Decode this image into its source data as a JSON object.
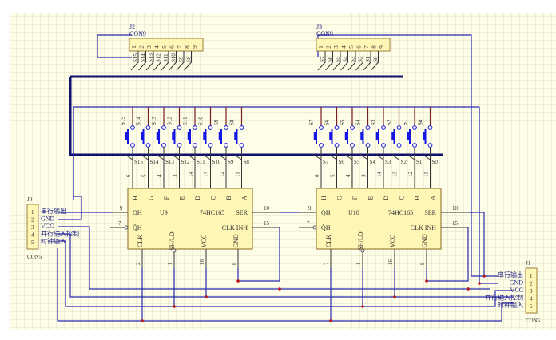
{
  "connectors": {
    "J2": {
      "designator": "J2",
      "type": "CON9",
      "pins": [
        "1",
        "2",
        "3",
        "4",
        "5",
        "6",
        "7",
        "8",
        "9"
      ],
      "nets": [
        "S15",
        "S14",
        "S13",
        "S12",
        "S11",
        "S10",
        "S9",
        "S8"
      ]
    },
    "J3": {
      "designator": "J3",
      "type": "CON9",
      "pins": [
        "1",
        "2",
        "3",
        "4",
        "5",
        "6",
        "7",
        "8",
        "9"
      ],
      "nets": [
        "S7",
        "S6",
        "S5",
        "S4",
        "S3",
        "S2",
        "S1",
        "S0"
      ]
    },
    "J0": {
      "designator": "J0",
      "type": "CON5",
      "pins": [
        "1",
        "2",
        "3",
        "4",
        "5"
      ],
      "signals": [
        "串行输出",
        "GND",
        "VCC",
        "并行输入控制",
        "时钟输入"
      ]
    },
    "J1": {
      "designator": "J1",
      "type": "CON5",
      "pins": [
        "1",
        "2",
        "3",
        "4",
        "5"
      ],
      "signals": [
        "串行输出",
        "GND",
        "VCC",
        "并行输入控制",
        "时钟输入"
      ]
    }
  },
  "switches_left": {
    "labels": [
      "S15",
      "S14",
      "S13",
      "S12",
      "S11",
      "S10",
      "S9",
      "S8"
    ],
    "pins": [
      "6",
      "5",
      "4",
      "3",
      "14",
      "13",
      "12",
      "11"
    ]
  },
  "switches_right": {
    "labels": [
      "S7",
      "S6",
      "S5",
      "S4",
      "S3",
      "S2",
      "S1",
      "S0"
    ],
    "pins": [
      "6",
      "5",
      "4",
      "3",
      "14",
      "13",
      "12",
      "11"
    ]
  },
  "chips": [
    {
      "designator": "U9",
      "part": "74HC165",
      "top_pins": [
        "H",
        "G",
        "F",
        "E",
        "D",
        "C",
        "B",
        "A"
      ],
      "left_pins": [
        "QH",
        "Q̄H"
      ],
      "left_nums": [
        "9",
        "7"
      ],
      "right_pins": [
        "SER",
        "CLK INH"
      ],
      "right_nums": [
        "10",
        "15"
      ],
      "bottom_pins": [
        "CLK",
        "SH/LD",
        "VCC",
        "GND"
      ],
      "bottom_nums": [
        "2",
        "1",
        "16",
        "8"
      ]
    },
    {
      "designator": "U10",
      "part": "74HC165",
      "top_pins": [
        "H",
        "G",
        "F",
        "E",
        "D",
        "C",
        "B",
        "A"
      ],
      "left_pins": [
        "QH",
        "Q̄H"
      ],
      "left_nums": [
        "9",
        "7"
      ],
      "right_pins": [
        "SER",
        "CLK INH"
      ],
      "right_nums": [
        "10",
        "15"
      ],
      "bottom_pins": [
        "CLK",
        "SH/LD",
        "VCC",
        "GND"
      ],
      "bottom_nums": [
        "2",
        "1",
        "16",
        "8"
      ]
    }
  ],
  "colors": {
    "wire": "#2a2ab0",
    "bus": "#10106e",
    "chip_fill": "#fdf6b4",
    "chip_border": "#a08040",
    "switch": "#1414e6",
    "grid": "#d8d4b8",
    "bg": "#fdfde8",
    "junction": "#c01010"
  }
}
